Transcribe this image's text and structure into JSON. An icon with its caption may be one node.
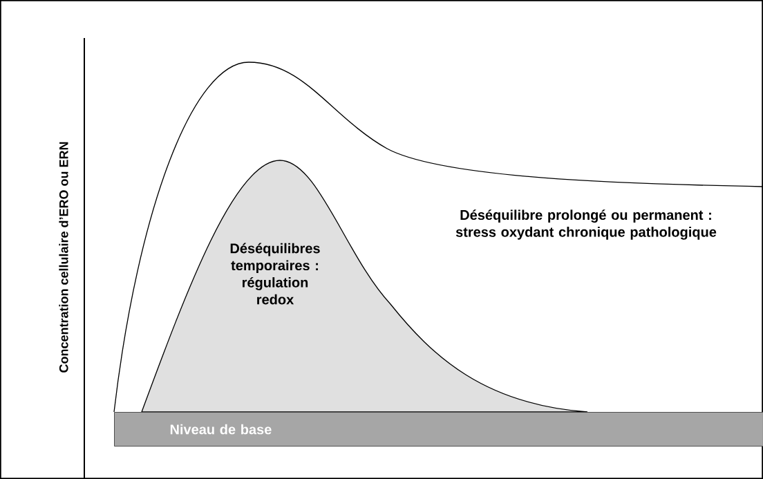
{
  "diagram": {
    "nodes": [
      {
        "text": [
          "Déséquilibre prolongé ou permanent : stress oxydant chronique pathologique"
        ]
      },
      {
        "text": [
          "Déséquilibres temporaires : régulation redox"
        ]
      },
      {
        "text": [
          "Niveau de base"
        ]
      }
    ],
    "labels": [
      "Concentration cellulaire d’ERO ou ERN"
    ]
  }
}
